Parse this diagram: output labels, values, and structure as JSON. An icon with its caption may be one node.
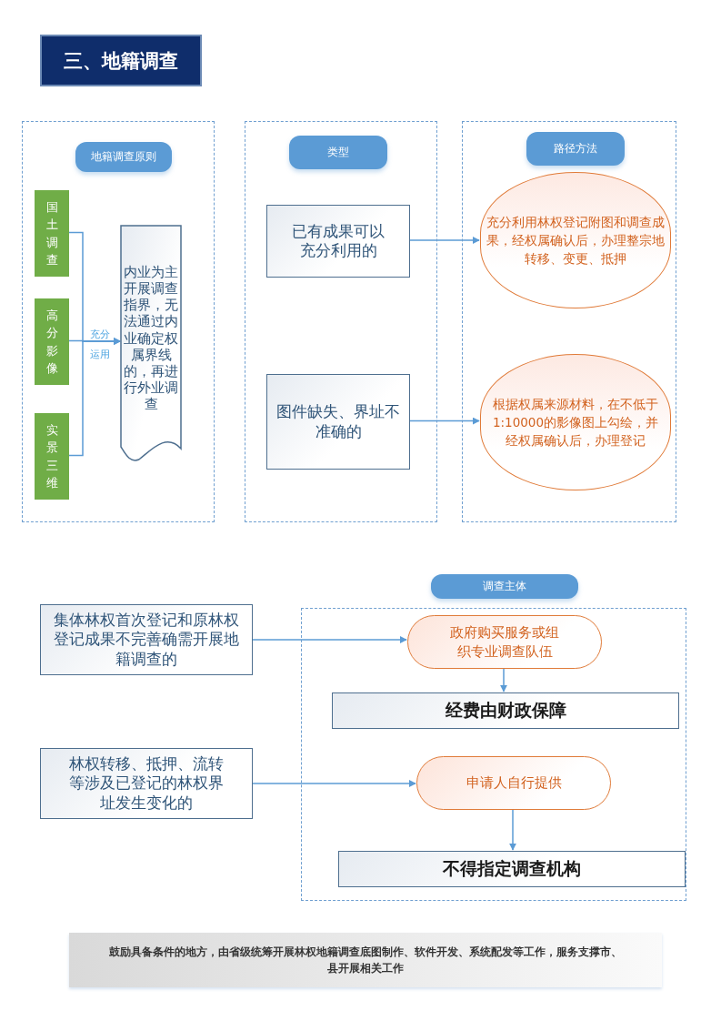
{
  "diagram": {
    "title": "三、地籍调查",
    "nodes": [
      {
        "text": [],
        "shape": "box"
      },
      {
        "text": [
          "地籍调查原则"
        ],
        "in": 0
      },
      {
        "text": [
          "国土调查"
        ],
        "in": 0
      },
      {
        "text": [
          "高分影像"
        ],
        "in": 0
      },
      {
        "text": [
          "实景三维"
        ],
        "in": 0
      },
      {
        "text": [
          "内业为主开展调查指界，无法通过内业确定权属界线的，再进行外业调查"
        ],
        "in": 0
      },
      {
        "text": [],
        "shape": "box"
      },
      {
        "text": [
          "类型"
        ],
        "in": 6
      },
      {
        "text": [
          "已有成果可以充分利用的"
        ],
        "in": 6
      },
      {
        "text": [
          "图件缺失、界址不准确的"
        ],
        "in": 6
      },
      {
        "text": [],
        "shape": "box"
      },
      {
        "text": [
          "路径方法"
        ],
        "in": 10
      },
      {
        "text": [
          "充分利用林权登记附图和调查成果，经权属确认后，办理整宗地转移、变更、抵押"
        ],
        "in": 10
      },
      {
        "text": [
          "根据权属来源材料，在不低于1:10000的影像图上勾绘，并经权属确认后，办理登记"
        ],
        "in": 10
      },
      {
        "text": [
          "调查主体"
        ]
      },
      {
        "text": [
          "集体林权首次登记和原林权登记成果不完善确需开展地籍调查的"
        ]
      },
      {
        "text": [
          "林权转移、抵押、流转等涉及已登记的林权界址发生变化的"
        ]
      },
      {
        "text": [],
        "shape": "box"
      },
      {
        "text": [
          "政府购买服务或组织专业调查队伍"
        ],
        "in": 17
      },
      {
        "text": [
          "经费由财政保障"
        ],
        "in": 17
      },
      {
        "text": [
          "申请人自行提供"
        ],
        "in": 17
      },
      {
        "text": [
          "不得指定调查机构"
        ],
        "in": 17
      },
      {
        "text": [
          "鼓励具备条件的地方，由省级统筹开展林权地籍调查底图制作、软件开发、系统配发等工作，服务支撑市、县开展相关工作"
        ]
      }
    ],
    "edges": [
      {
        "from": 2,
        "to": 5,
        "arrow": "to"
      },
      {
        "from": 3,
        "to": 5,
        "arrow": "to",
        "label": "充分运用"
      },
      {
        "from": 4,
        "to": 5,
        "arrow": "to"
      },
      {
        "from": 8,
        "to": 12,
        "arrow": "to"
      },
      {
        "from": 9,
        "to": 13,
        "arrow": "to"
      },
      {
        "from": 15,
        "to": 18,
        "arrow": "to"
      },
      {
        "from": 16,
        "to": 20,
        "arrow": "to"
      },
      {
        "from": 18,
        "to": 19,
        "arrow": "to"
      },
      {
        "from": 20,
        "to": 21,
        "arrow": "to"
      }
    ]
  }
}
